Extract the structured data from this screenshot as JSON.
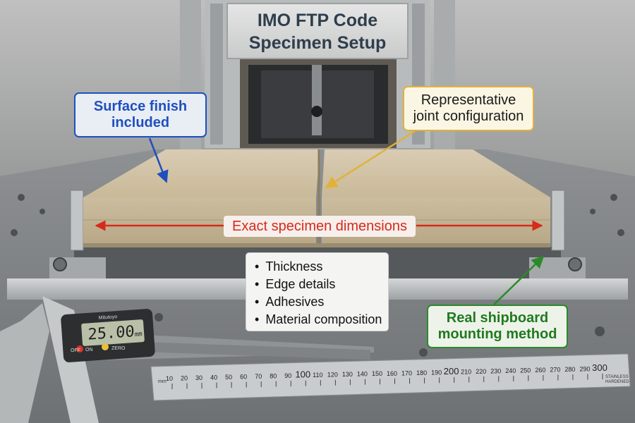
{
  "title": {
    "line1": "IMO FTP Code",
    "line2": "Specimen Setup"
  },
  "callouts": {
    "surface_finish": {
      "line1": "Surface finish",
      "line2": "included",
      "color": "#1f4fbf"
    },
    "joint": {
      "line1": "Representative",
      "line2": "joint configuration",
      "color": "#e0b23a"
    },
    "dimensions": {
      "text": "Exact specimen dimensions",
      "color": "#d62a1a"
    },
    "mounting": {
      "line1": "Real shipboard",
      "line2": "mounting method",
      "color": "#2a8a2a"
    }
  },
  "details": [
    "Thickness",
    "Edge details",
    "Adhesives",
    "Material composition"
  ],
  "caliper": {
    "brand": "Mitutoyo",
    "readout": "25.00",
    "unit": "mm",
    "buttons": {
      "off": "OFF",
      "on": "ON",
      "zero": "ZERO"
    }
  },
  "ruler": {
    "unit": "mm",
    "ticks": [
      10,
      20,
      30,
      40,
      50,
      60,
      70,
      80,
      90,
      100,
      110,
      120,
      130,
      140,
      150,
      160,
      170,
      180,
      190,
      200,
      210,
      220,
      230,
      240,
      250,
      260,
      270,
      280,
      290,
      300
    ],
    "marking_line1": "STAINLESS",
    "marking_line2": "HARDENED"
  }
}
